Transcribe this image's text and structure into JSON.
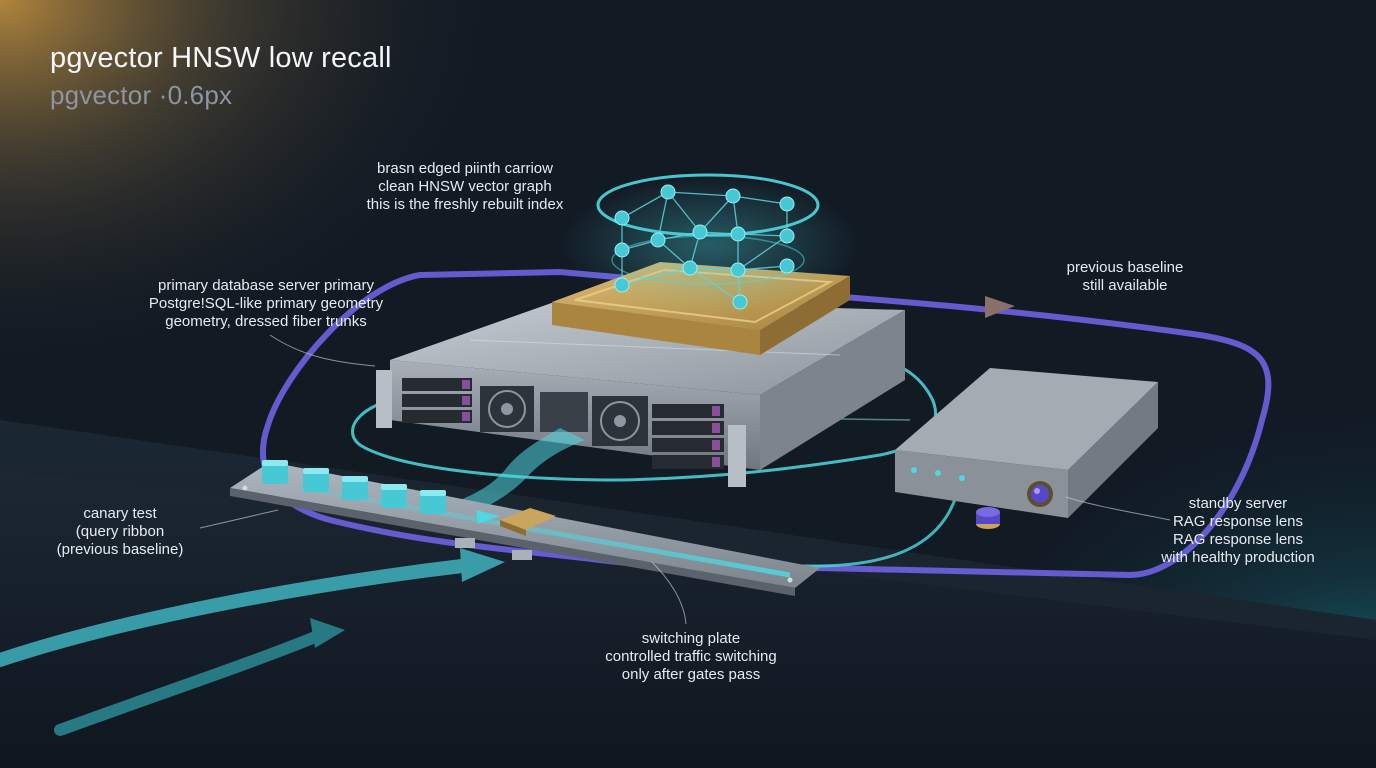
{
  "header": {
    "title": "pgvector HNSW low recall",
    "subtitle": "pgvector ·0.6px"
  },
  "callouts": {
    "index": [
      "brasn edged piinth carriow",
      "clean HNSW vector graph",
      "this is the freshly rebuilt index"
    ],
    "primary": [
      "primary database server primary",
      "Postgre!SQL-like primary geometry",
      "geometry, dressed fiber trunks"
    ],
    "baseline": [
      "previous baseline",
      "still available"
    ],
    "canary": [
      "canary test",
      "(query ribbon",
      "(previous baseline)"
    ],
    "standby": [
      "standby server",
      "RAG response lens",
      "RAG response lens",
      "with healthy production"
    ],
    "switching": [
      "switching plate",
      "controlled traffic switching",
      "only after gates pass"
    ]
  },
  "colors": {
    "background": "#121a24",
    "loop_purple": "#6a5fd8",
    "fiber_cyan": "#4fd8e0",
    "node_cyan": "#46c9d4",
    "plinth_gold": "#c9a55e",
    "server_steel": "#9aa1aa",
    "drive_accent": "#8a4f9a",
    "warm_glow": "#b98a3e",
    "teal_glow": "#1aa6b0"
  }
}
